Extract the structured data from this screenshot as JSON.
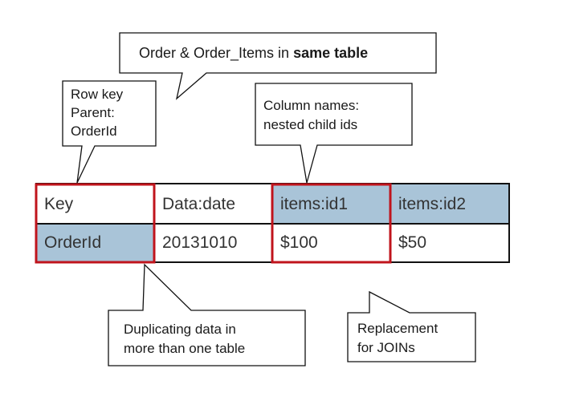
{
  "callouts": {
    "title": {
      "prefix": "Order & Order_Items in ",
      "emphasis": "same table"
    },
    "row_key": {
      "line1": "Row key",
      "line2": "Parent:",
      "line3": "OrderId"
    },
    "column_names": {
      "line1": "Column names:",
      "line2": "nested child ids"
    },
    "duplicating": {
      "line1": "Duplicating data in",
      "line2": "more than one table"
    },
    "replacement": {
      "line1": "Replacement",
      "line2": "for JOINs"
    }
  },
  "table": {
    "header": [
      "Key",
      "Data:date",
      "items:id1",
      "items:id2"
    ],
    "row": [
      "OrderId",
      "20131010",
      "$100",
      "$50"
    ]
  },
  "colors": {
    "highlight_fill": "#a9c4d8",
    "highlight_border": "#c0141c",
    "table_border": "#111111",
    "callout_border": "#111111"
  }
}
